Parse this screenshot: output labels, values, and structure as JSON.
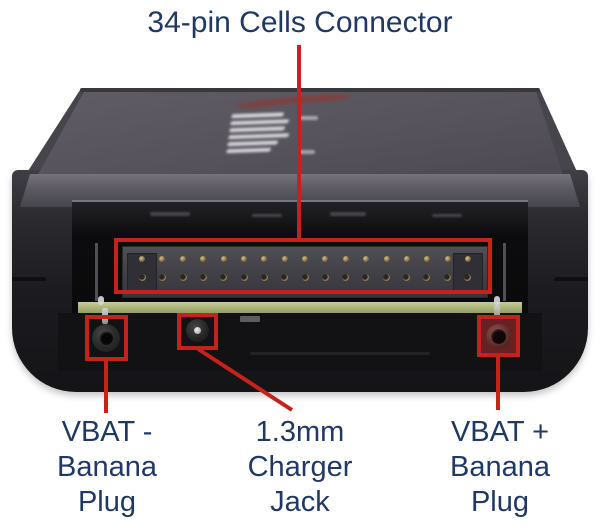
{
  "figure": {
    "callouts": {
      "cells_connector": {
        "label": "34-pin Cells Connector"
      },
      "vbat_minus": {
        "lines": [
          "VBAT -",
          "Banana",
          "Plug"
        ]
      },
      "charger_jack": {
        "lines": [
          "1.3mm",
          "Charger",
          "Jack"
        ]
      },
      "vbat_plus": {
        "lines": [
          "VBAT +",
          "Banana",
          "Plug"
        ]
      }
    },
    "device": {
      "connector": {
        "pin_rows": 2,
        "pins_per_row": 17
      }
    },
    "colors": {
      "annotation_red": "#c3231a",
      "label_text": "#1f3864",
      "pcb_green": "#a6ae74",
      "enclosure_gray": "#56535c"
    }
  }
}
